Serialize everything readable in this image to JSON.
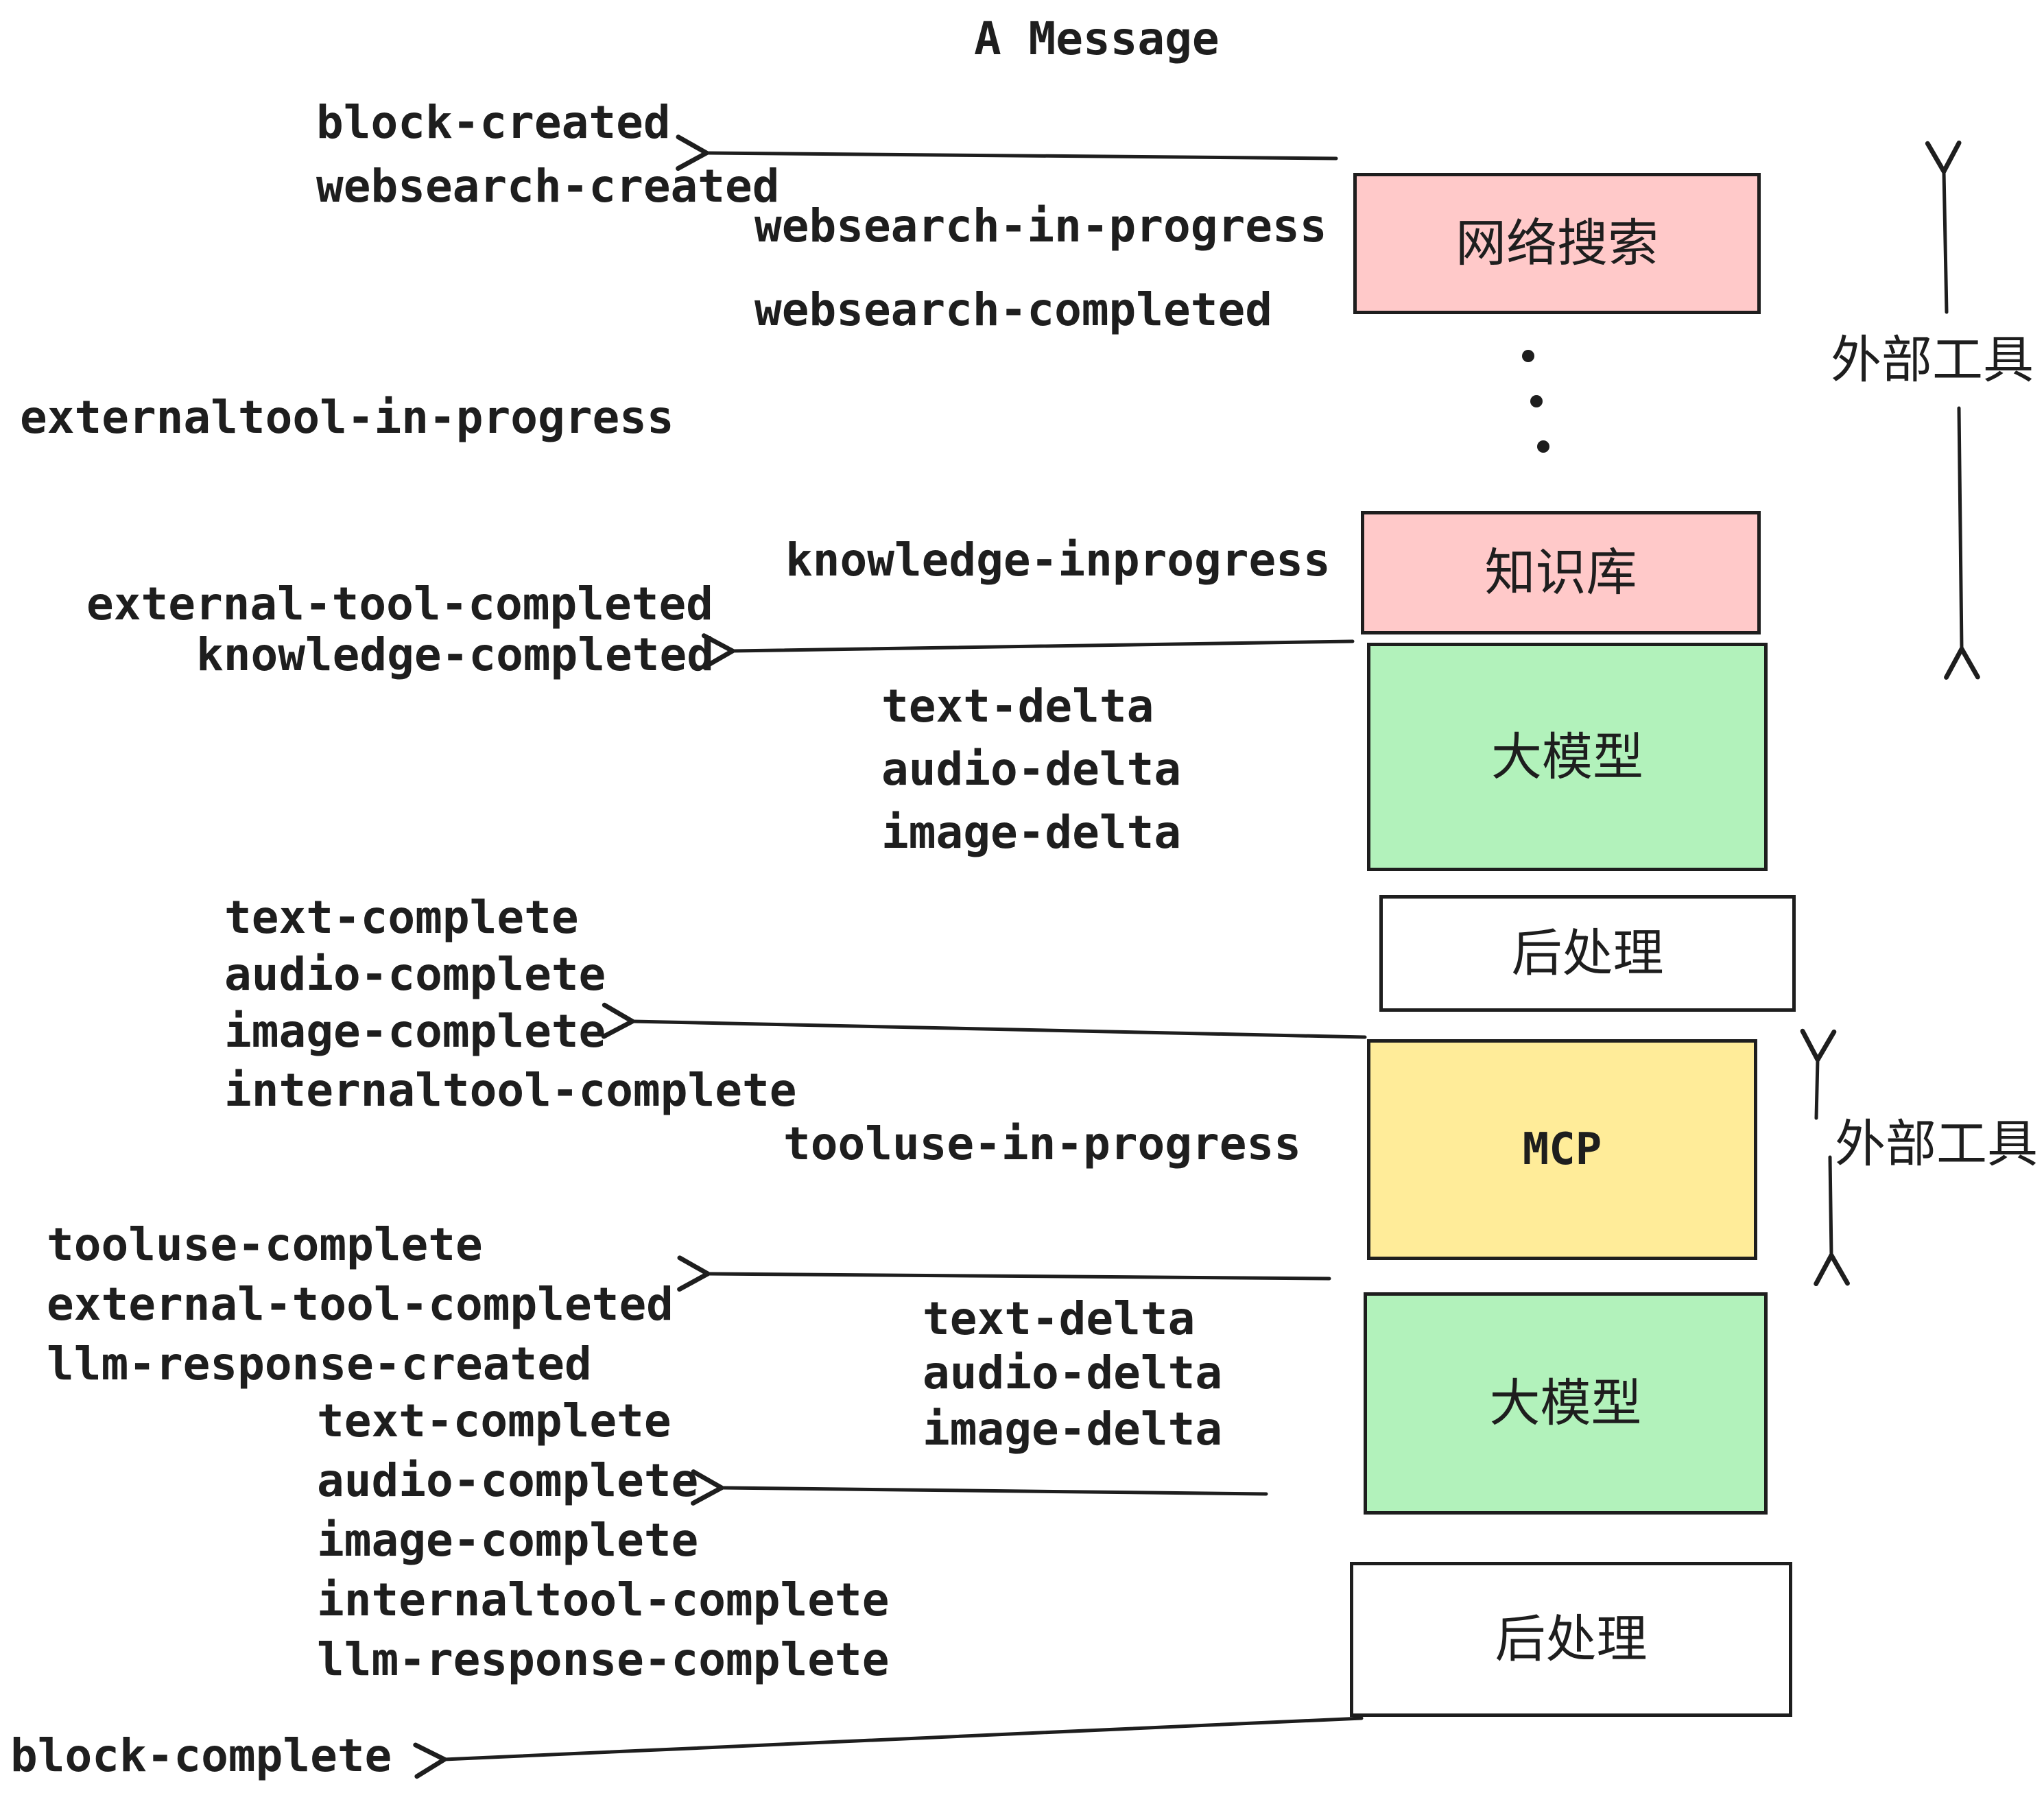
{
  "title": "A Message",
  "colors": {
    "stroke": "#1e1e1e",
    "pink": "#ffc9c9",
    "green": "#b2f2bb",
    "yellow": "#ffec99",
    "white": "#ffffff"
  },
  "boxes": [
    {
      "id": "websearch",
      "label": "网络搜索",
      "color": "pink"
    },
    {
      "id": "knowledge",
      "label": "知识库",
      "color": "pink"
    },
    {
      "id": "llm-1",
      "label": "大模型",
      "color": "green"
    },
    {
      "id": "postprocess-1",
      "label": "后处理",
      "color": "white"
    },
    {
      "id": "mcp",
      "label": "MCP",
      "color": "yellow"
    },
    {
      "id": "llm-2",
      "label": "大模型",
      "color": "green"
    },
    {
      "id": "postprocess-2",
      "label": "后处理",
      "color": "white"
    }
  ],
  "events": [
    {
      "text": "block-created"
    },
    {
      "text": "websearch-created"
    },
    {
      "text": "websearch-in-progress"
    },
    {
      "text": "websearch-completed"
    },
    {
      "text": "externaltool-in-progress"
    },
    {
      "text": "knowledge-inprogress"
    },
    {
      "text": "external-tool-completed"
    },
    {
      "text": "knowledge-completed"
    },
    {
      "text": "text-delta"
    },
    {
      "text": "audio-delta"
    },
    {
      "text": "image-delta"
    },
    {
      "text": "text-complete"
    },
    {
      "text": "audio-complete"
    },
    {
      "text": "image-complete"
    },
    {
      "text": "internaltool-complete"
    },
    {
      "text": "tooluse-in-progress"
    },
    {
      "text": "tooluse-complete"
    },
    {
      "text": "external-tool-completed"
    },
    {
      "text": "llm-response-created"
    },
    {
      "text": "text-complete"
    },
    {
      "text": "audio-complete"
    },
    {
      "text": "image-complete"
    },
    {
      "text": "internaltool-complete"
    },
    {
      "text": "llm-response-complete"
    },
    {
      "text": "text-delta"
    },
    {
      "text": "audio-delta"
    },
    {
      "text": "image-delta"
    },
    {
      "text": "block-complete"
    }
  ],
  "annotations": [
    {
      "text": "外部工具"
    },
    {
      "text": "外部工具"
    }
  ]
}
